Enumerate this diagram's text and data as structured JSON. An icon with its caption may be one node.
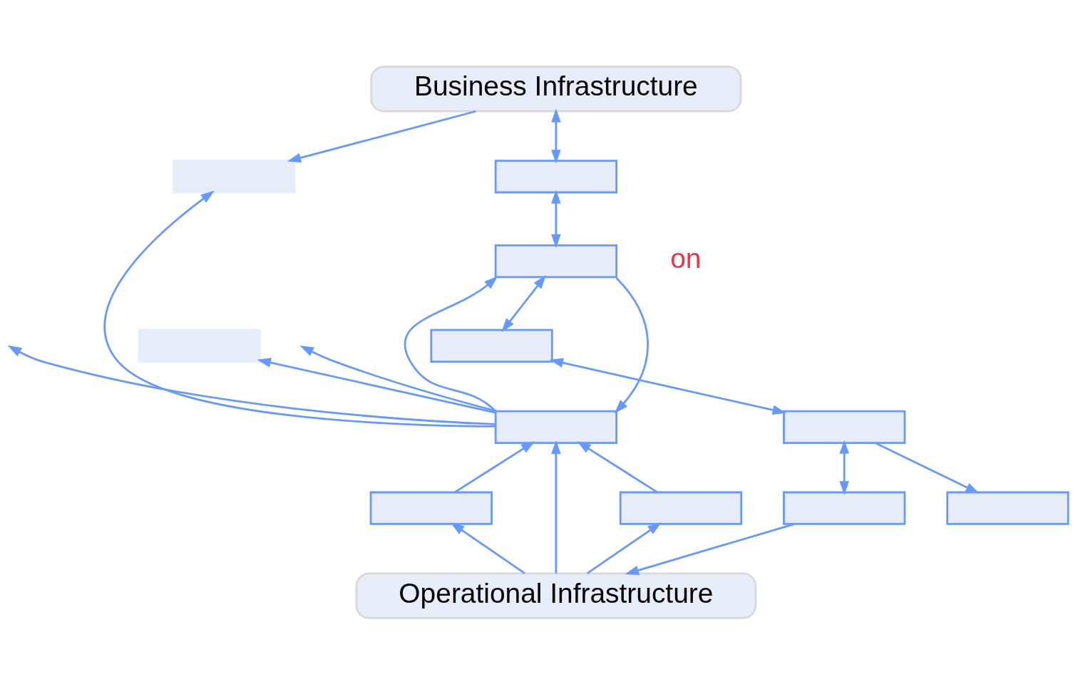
{
  "diagram": {
    "nodes": [
      {
        "text": [
          "Business Infrastructure"
        ]
      },
      {
        "text": [],
        "shape": "box"
      },
      {
        "text": [],
        "shape": "box"
      },
      {
        "text": [],
        "shape": "box"
      },
      {
        "text": [],
        "shape": "box"
      },
      {
        "text": [],
        "shape": "box"
      },
      {
        "text": [],
        "shape": "box"
      },
      {
        "text": [],
        "shape": "box"
      },
      {
        "text": [],
        "shape": "box"
      },
      {
        "text": [],
        "shape": "box"
      },
      {
        "text": [],
        "shape": "box"
      },
      {
        "text": [],
        "shape": "box"
      },
      {
        "text": [
          "Operational Infrastructure"
        ]
      }
    ],
    "edges": [
      {
        "from": 0,
        "to": 1,
        "arrow": "both"
      },
      {
        "from": 1,
        "to": 2,
        "arrow": "both"
      },
      {
        "from": 0,
        "to": 7,
        "arrow": "to"
      },
      {
        "from": 9,
        "to": 7,
        "arrow": "to"
      },
      {
        "from": 9,
        "to": 2,
        "arrow": "to"
      },
      {
        "from": 2,
        "to": 9,
        "arrow": "to"
      },
      {
        "from": 2,
        "to": 3,
        "arrow": "both"
      },
      {
        "from": 3,
        "to": 4,
        "arrow": "both"
      },
      {
        "from": 4,
        "to": 5,
        "arrow": "to"
      },
      {
        "from": 4,
        "to": 6,
        "arrow": "both"
      },
      {
        "from": 6,
        "to": 12,
        "arrow": "to"
      },
      {
        "from": 9,
        "to": null,
        "arrow": "to"
      },
      {
        "from": 9,
        "to": null,
        "arrow": "to"
      },
      {
        "from": 9,
        "to": 8,
        "arrow": "to"
      },
      {
        "from": 10,
        "to": 9,
        "arrow": "to"
      },
      {
        "from": 11,
        "to": 9,
        "arrow": "to"
      },
      {
        "from": 12,
        "to": 9,
        "arrow": "to"
      },
      {
        "from": 12,
        "to": 10,
        "arrow": "to"
      },
      {
        "from": 12,
        "to": 11,
        "arrow": "to"
      }
    ],
    "labels": [
      "on"
    ]
  }
}
